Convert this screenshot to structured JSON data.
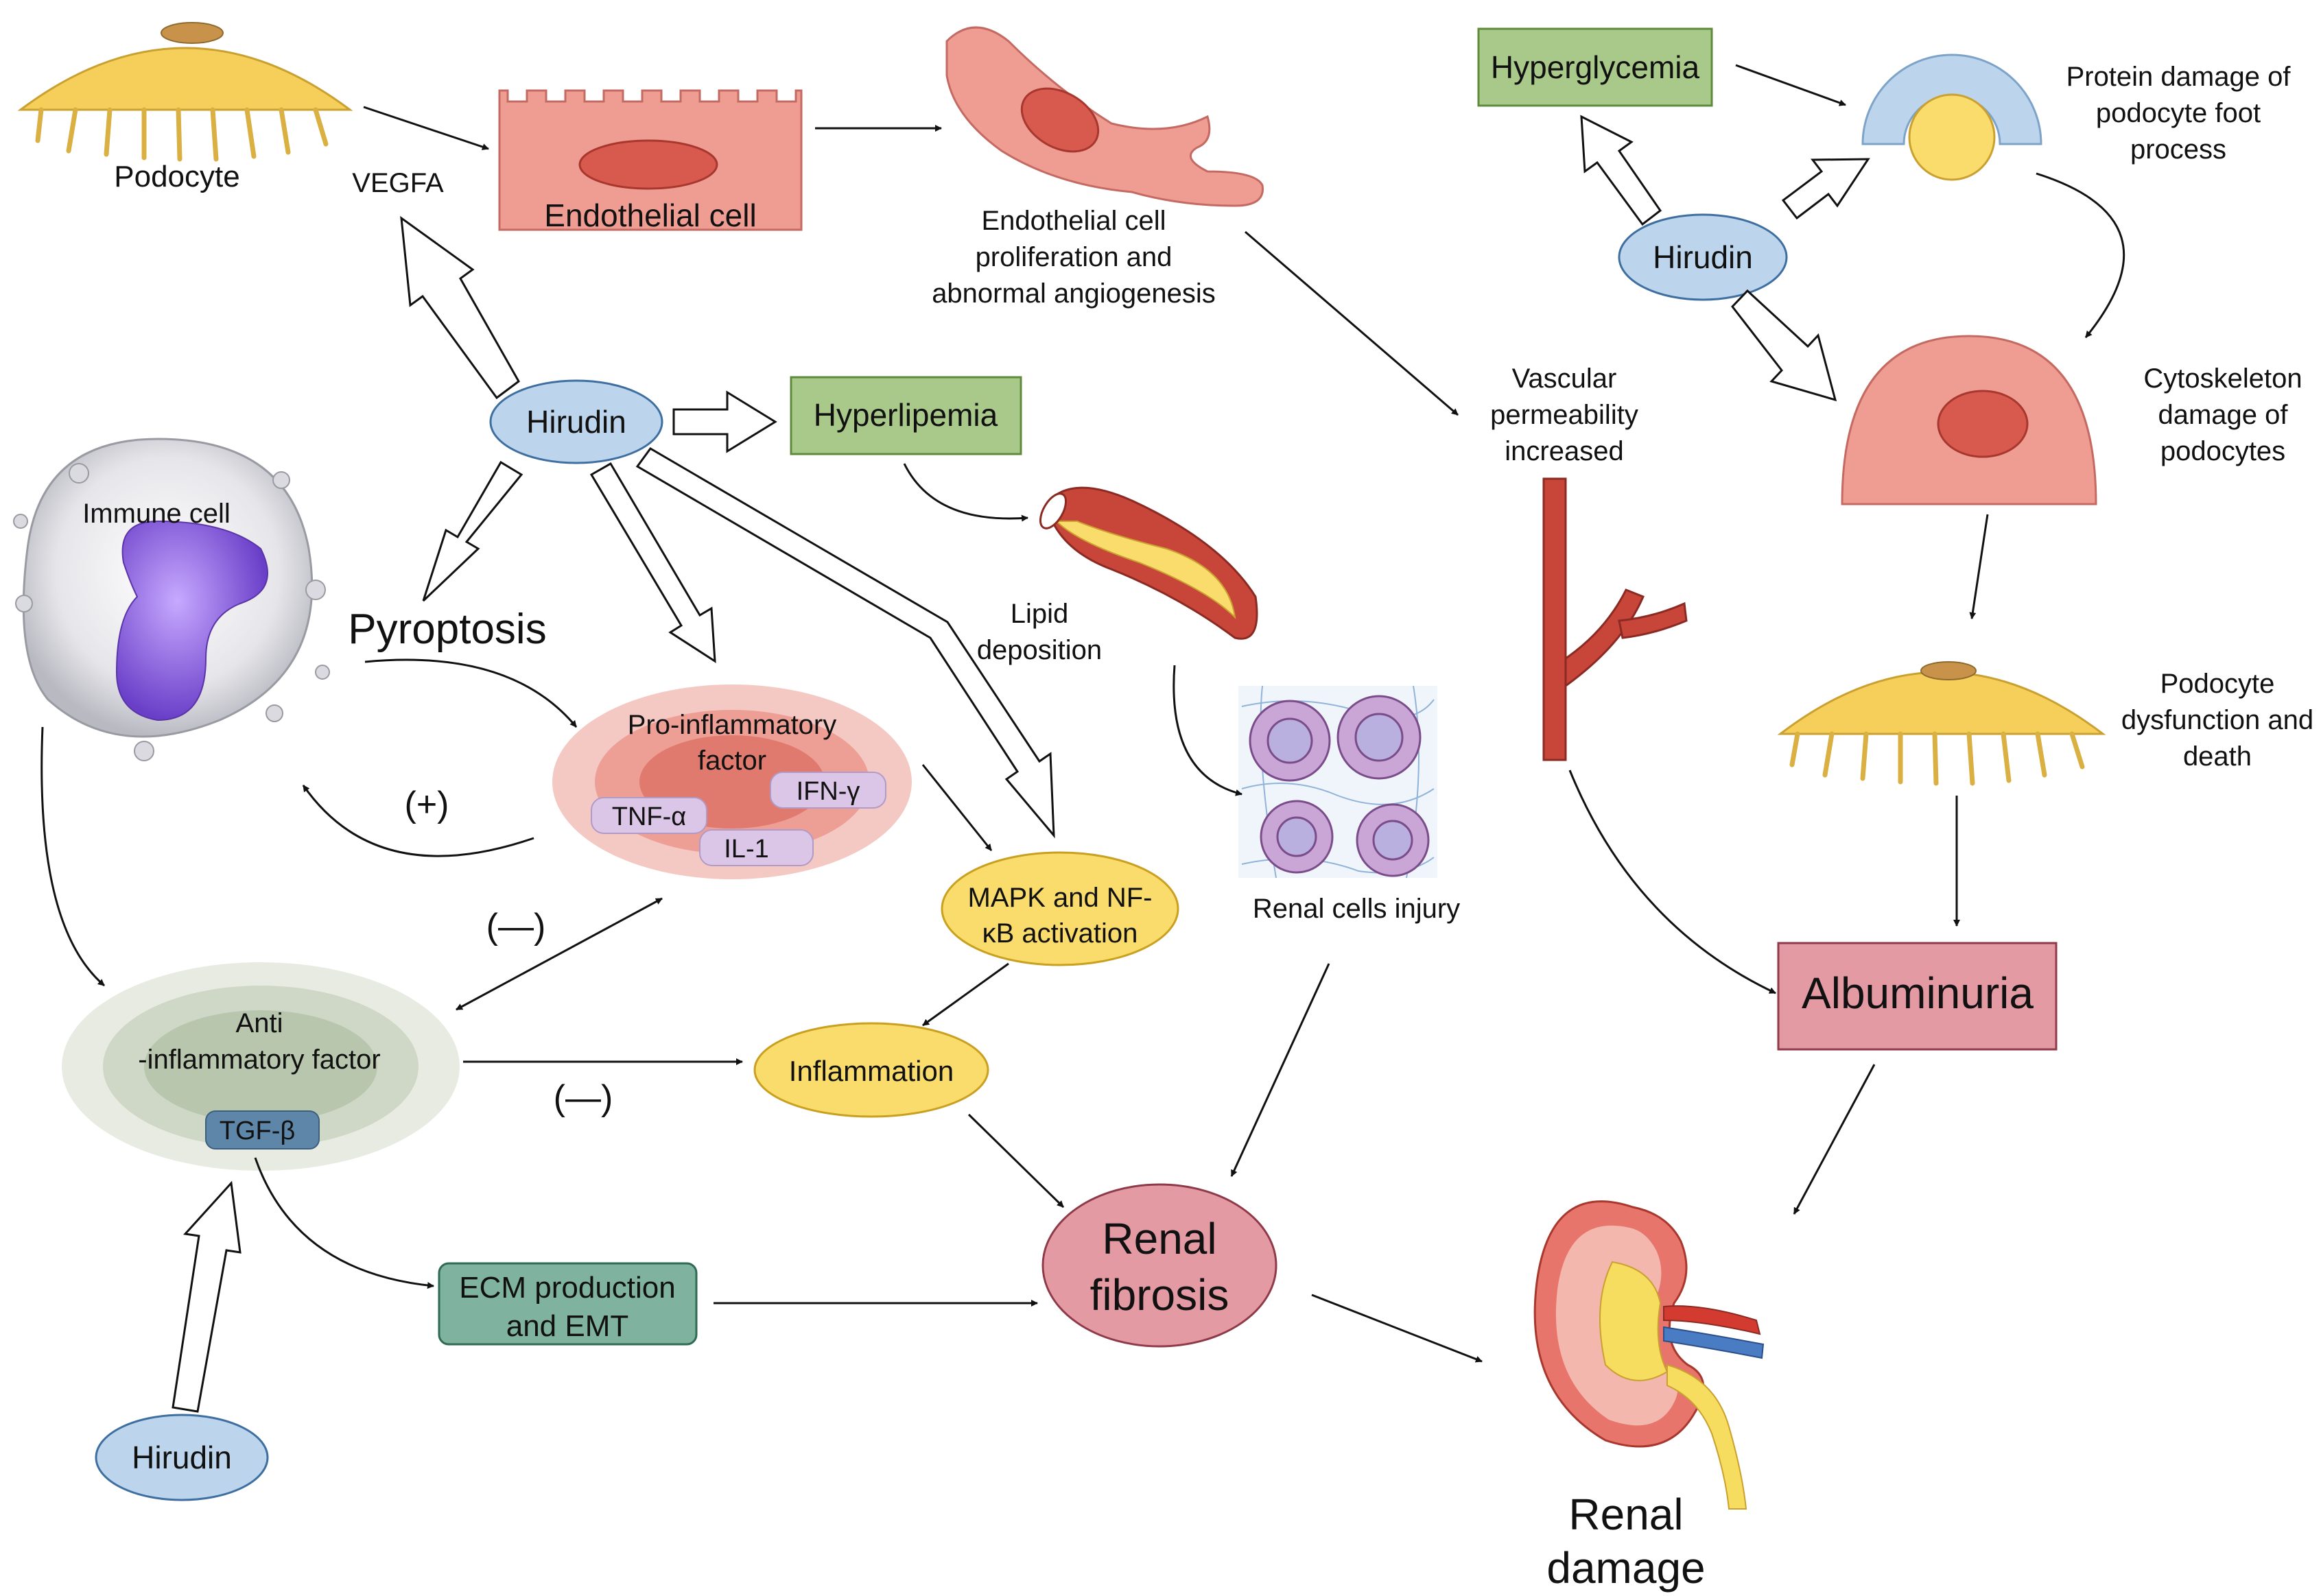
{
  "labels": {
    "podocyte": "Podocyte",
    "vegfa": "VEGFA",
    "endothelial_cell": "Endothelial cell",
    "endo_prolif_1": "Endothelial cell",
    "endo_prolif_2": "proliferation and",
    "endo_prolif_3": "abnormal angiogenesis",
    "hyperglycemia": "Hyperglycemia",
    "protein_damage_1": "Protein damage of",
    "protein_damage_2": "podocyte foot",
    "protein_damage_3": "process",
    "hirudin_top_right": "Hirudin",
    "vascular_perm_1": "Vascular",
    "vascular_perm_2": "permeability",
    "vascular_perm_3": "increased",
    "cytoskeleton_1": "Cytoskeleton",
    "cytoskeleton_2": "damage of",
    "cytoskeleton_3": "podocytes",
    "hirudin_center": "Hirudin",
    "hyperlipemia": "Hyperlipemia",
    "immune_cell": "Immune cell",
    "pyroptosis": "Pyroptosis",
    "lipid_dep_1": "Lipid",
    "lipid_dep_2": "deposition",
    "pro_inflam_1": "Pro-inflammatory",
    "pro_inflam_2": "factor",
    "ifn": "IFN-γ",
    "tnf": "TNF-α",
    "il1": "IL-1",
    "plus": "(+)",
    "podocyte_dys_1": "Podocyte",
    "podocyte_dys_2": "dysfunction and",
    "podocyte_dys_3": "death",
    "mapk_1": "MAPK and NF-",
    "mapk_2": "κB activation",
    "renal_cells_injury": "Renal cells injury",
    "minus_1": "(—)",
    "albuminuria": "Albuminuria",
    "anti_inflam_1": "Anti",
    "anti_inflam_2": "-inflammatory factor",
    "tgf": "TGF-β",
    "inflammation": "Inflammation",
    "minus_2": "(—)",
    "renal_fibrosis_1": "Renal",
    "renal_fibrosis_2": "fibrosis",
    "ecm_1": "ECM production",
    "ecm_2": "and EMT",
    "hirudin_bottom": "Hirudin",
    "renal_damage_1": "Renal",
    "renal_damage_2": "damage"
  },
  "colors": {
    "hirudin_fill": "#bcd5ec",
    "hirudin_stroke": "#3f6fa0",
    "green_box_fill": "#a9c98a",
    "green_box_stroke": "#5e8a3c",
    "yellow_fill": "#f9dc6b",
    "yellow_stroke": "#c9a020",
    "pink_fill": "#e49aa3",
    "pink_stroke": "#8f3a48",
    "teal_fill": "#7fb3a0",
    "teal_stroke": "#2f6a55",
    "endothelial": "#ef9c92",
    "podocyte": "#f6cf5a",
    "nucleus": "#d85a4e"
  }
}
